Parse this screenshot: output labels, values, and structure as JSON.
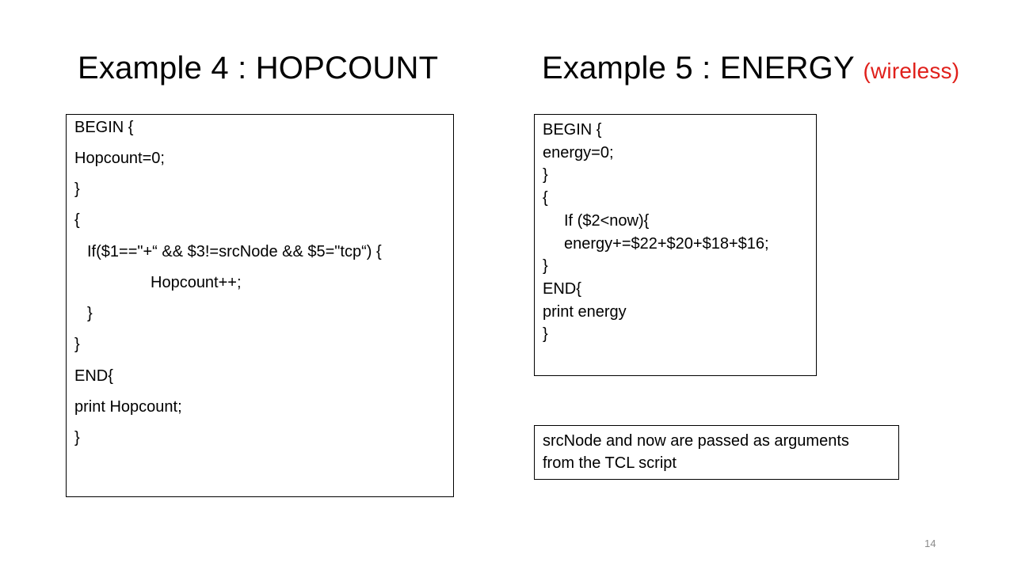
{
  "slide": {
    "left_title": "Example 4 : HOPCOUNT",
    "right_title": "Example 5 : ENERGY",
    "right_title_note": "(wireless)",
    "hopcount_code": [
      "BEGIN {",
      "Hopcount=0;",
      "}",
      "{",
      "If($1==\"+“ && $3!=srcNode && $5=\"tcp“) {",
      "Hopcount++;",
      "}",
      "}",
      "END{",
      "print Hopcount;",
      "}"
    ],
    "energy_code": [
      "BEGIN {",
      "energy=0;",
      "}",
      "{",
      "If ($2<now){",
      "energy+=$22+$20+$18+$16;",
      "}",
      "END{",
      "print energy",
      "}"
    ],
    "note_lines": [
      "srcNode and now are passed as arguments",
      "from the TCL script"
    ],
    "page_number": "14",
    "colors": {
      "note_red": "#e0201b",
      "text": "#000000",
      "page_number": "#8a8a8a"
    }
  }
}
